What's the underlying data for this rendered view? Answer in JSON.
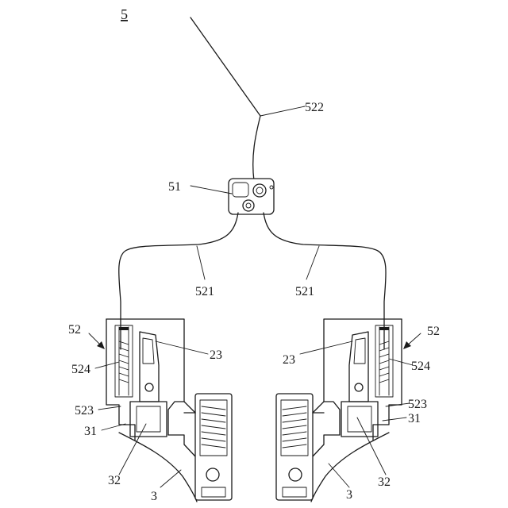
{
  "figure": {
    "number": "5",
    "labels": {
      "cable_522": "522",
      "connector_51": "51",
      "cable_521_left": "521",
      "cable_521_right": "521",
      "module_52_left": "52",
      "module_52_right": "52",
      "body_23_left": "23",
      "body_23_right": "23",
      "spring_524_left": "524",
      "spring_524_right": "524",
      "part_523_left": "523",
      "part_523_right": "523",
      "part_31_left": "31",
      "part_31_right": "31",
      "part_32_left": "32",
      "part_32_right": "32",
      "part_3_left": "3",
      "part_3_right": "3"
    }
  }
}
